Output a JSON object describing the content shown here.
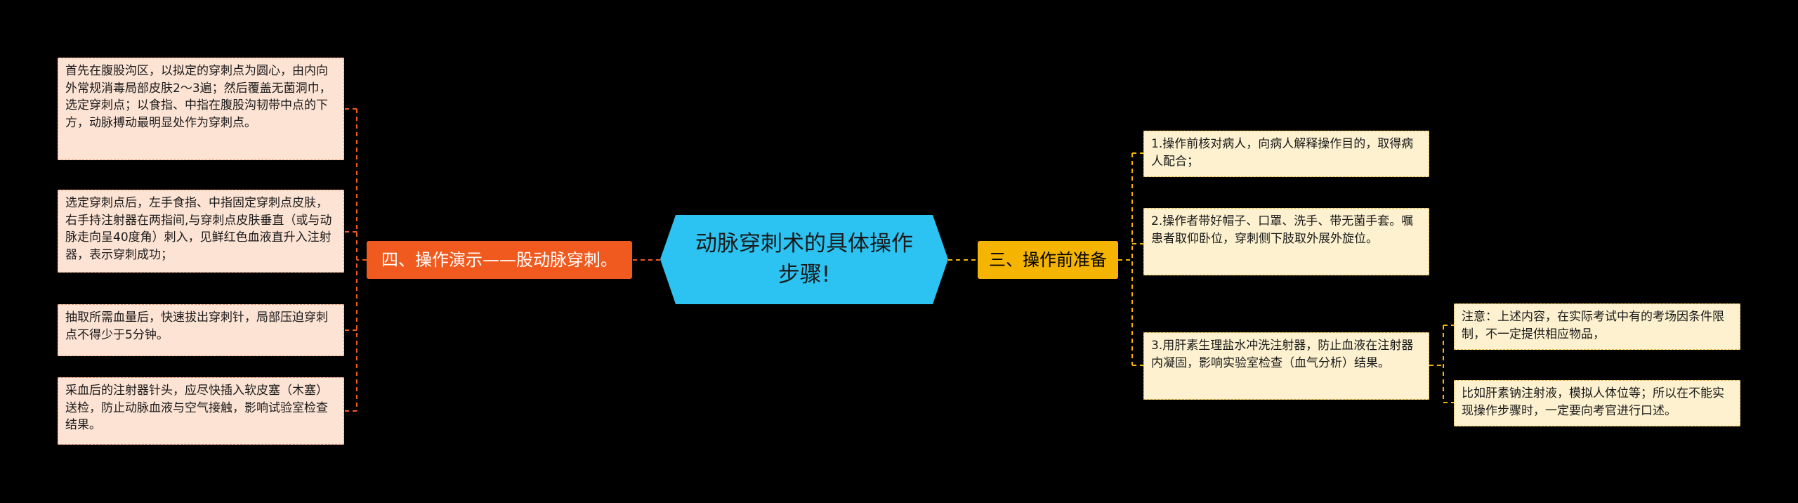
{
  "center": {
    "title": "动脉穿刺术的具体操作步骤!"
  },
  "left_branch": {
    "label": "四、操作演示——股动脉穿刺。",
    "items": [
      "首先在腹股沟区，以拟定的穿刺点为圆心，由内向外常规消毒局部皮肤2～3遍；然后覆盖无菌洞巾，选定穿刺点；以食指、中指在腹股沟韧带中点的下方，动脉搏动最明显处作为穿刺点。",
      "选定穿刺点后，左手食指、中指固定穿刺点皮肤，右手持注射器在两指间,与穿刺点皮肤垂直（或与动脉走向呈40度角）刺入，见鲜红色血液直升入注射器，表示穿刺成功；",
      "抽取所需血量后，快速拔出穿刺针，局部压迫穿刺点不得少于5分钟。",
      "采血后的注射器针头，应尽快插入软皮塞（木塞）送检，防止动脉血液与空气接触，影响试验室检查结果。"
    ]
  },
  "right_branch": {
    "label": "三、操作前准备",
    "items": [
      "1.操作前核对病人，向病人解释操作目的，取得病人配合；",
      "2.操作者带好帽子、口罩、洗手、带无菌手套。嘱患者取仰卧位，穿刺侧下肢取外展外旋位。",
      "3.用肝素生理盐水冲洗注射器，防止血液在注射器内凝固，影响实验室检查（血气分析）结果。"
    ],
    "sub_items": [
      "注意：上述内容，在实际考试中有的考场因条件限制，不一定提供相应物品，",
      "比如肝素钠注射液，模拟人体位等；所以在不能实现操作步骤时，一定要向考官进行口述。"
    ]
  },
  "colors": {
    "background": "#000000",
    "center_fill": "#2cc3f2",
    "left_branch": "#f15a1f",
    "right_branch": "#f4b400",
    "left_leaf_fill": "#fde3d4",
    "right_leaf_fill": "#fdf1cf"
  }
}
